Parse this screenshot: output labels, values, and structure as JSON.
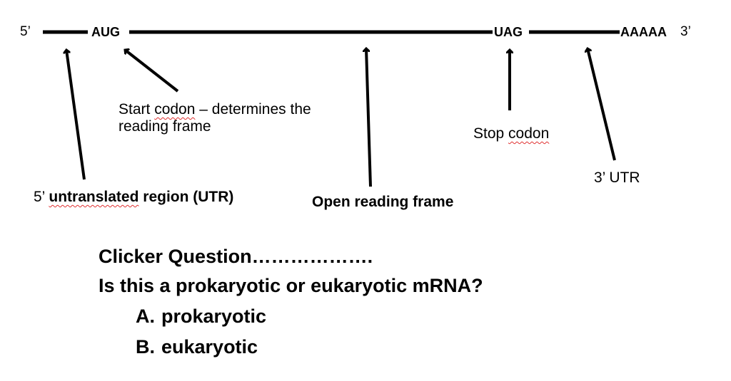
{
  "mrna": {
    "five_prime": "5’",
    "start_seq": "AUG",
    "stop_seq": "UAG",
    "poly_a": "AAAAA",
    "three_prime": "3’"
  },
  "annotations": {
    "start_codon_line1_word1": "Start",
    "start_codon_line1_word2": "codon",
    "start_codon_line1_rest": " – determines the",
    "start_codon_line2": "reading frame",
    "stop_codon_word1": "Stop",
    "stop_codon_word2": "codon",
    "utr5_prefix": "5’ ",
    "utr5_word": "untranslated",
    "utr5_rest": " region (UTR)",
    "orf": "Open reading frame",
    "utr3": "3’ UTR"
  },
  "question": {
    "title": "Clicker Question……………….",
    "prompt": "Is this a prokaryotic or eukaryotic mRNA?",
    "options": [
      {
        "letter": "A.",
        "text": "prokaryotic"
      },
      {
        "letter": "B.",
        "text": "eukaryotic"
      }
    ]
  }
}
